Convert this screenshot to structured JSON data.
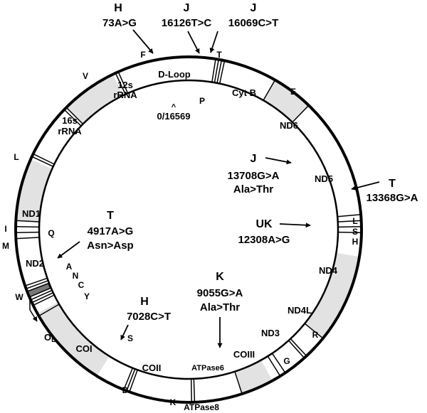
{
  "origin_label": "0/16569",
  "origin_caret": "^",
  "regions": [
    {
      "label": "12s",
      "label2": "rRNA",
      "shaded": true
    },
    {
      "label": "D-Loop",
      "shaded": false
    },
    {
      "label": "Cyt B",
      "shaded": false
    },
    {
      "label": "ND6",
      "shaded": true
    },
    {
      "label": "ND5",
      "shaded": false
    },
    {
      "label": "ND4",
      "shaded": true
    },
    {
      "label": "ND4L",
      "shaded": false
    },
    {
      "label": "ND3",
      "shaded": false
    },
    {
      "label": "COIII",
      "shaded": true
    },
    {
      "label": "ATPase6",
      "shaded": false
    },
    {
      "label": "ATPase8",
      "shaded": false
    },
    {
      "label": "COII",
      "shaded": false
    },
    {
      "label": "COI",
      "shaded": true
    },
    {
      "label": "ND2",
      "shaded": false
    },
    {
      "label": "ND1",
      "shaded": true
    },
    {
      "label": "16s",
      "label2": "rRNA",
      "shaded": false
    }
  ],
  "trna": [
    "F",
    "T",
    "P",
    "E",
    "V",
    "L",
    "I",
    "Q",
    "M",
    "A",
    "N",
    "C",
    "Y",
    "W",
    "S",
    "D",
    "K",
    "G",
    "R",
    "H",
    "S",
    "L"
  ],
  "ol_label": "O",
  "ol_sub": "L",
  "mutations": [
    {
      "haplogroup": "H",
      "change": "73A>G"
    },
    {
      "haplogroup": "J",
      "change": "16126T>C"
    },
    {
      "haplogroup": "J",
      "change": "16069C>T"
    },
    {
      "haplogroup": "T",
      "change": "13368G>A"
    },
    {
      "haplogroup": "J",
      "change": "13708G>A",
      "aa": "Ala>Thr"
    },
    {
      "haplogroup": "UK",
      "change": "12308A>G"
    },
    {
      "haplogroup": "T",
      "change": "4917A>G",
      "aa": "Asn>Asp"
    },
    {
      "haplogroup": "H",
      "change": "7028C>T"
    },
    {
      "haplogroup": "K",
      "change": "9055G>A",
      "aa": "Ala>Thr"
    }
  ]
}
